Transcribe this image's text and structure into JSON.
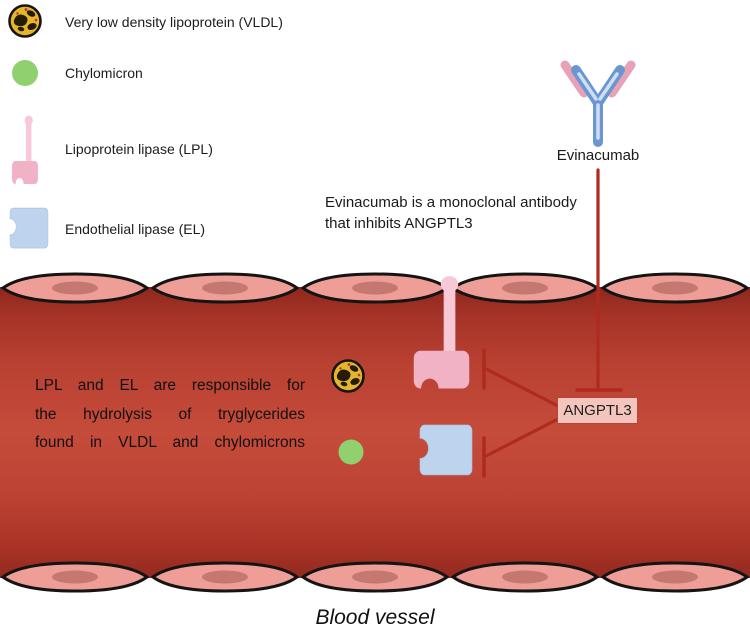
{
  "colors": {
    "vessel_red": "#c04336",
    "vessel_red_dark": "#8f271e",
    "cell_pink": "#ee9e96",
    "nucleus_pink": "#c4786f",
    "lpl_pink": "#f1b2c5",
    "lpl_pink_light": "#f7c9d6",
    "el_blue": "#bed4ee",
    "chylomicron_green": "#90d06e",
    "vldl_yellow": "#e5b62c",
    "antibody_blue": "#6a97d2",
    "antibody_pink": "#e8a2b8",
    "inhibit_red": "#b02a1f",
    "angptl3_bg": "#f4c5bd",
    "angptl3_border": "#b5443a"
  },
  "legend": {
    "items": [
      {
        "id": "vldl",
        "label": "Very low density lipoprotein (VLDL)"
      },
      {
        "id": "chylomicron",
        "label": "Chylomicron"
      },
      {
        "id": "lpl",
        "label": "Lipoprotein lipase (LPL)"
      },
      {
        "id": "el",
        "label": "Endothelial lipase (EL)"
      }
    ]
  },
  "annotations": {
    "evinacumab_label": "Evinacumab",
    "antibody_note": "Evinacumab is a monoclonal antibody that inhibits ANGPTL3",
    "vessel_note_lines": [
      "LPL and EL are responsible for",
      "the hydrolysis of tryglycerides",
      "found in VLDL and chylomicrons"
    ],
    "angptl3_label": "ANGPTL3",
    "caption": "Blood vessel"
  }
}
